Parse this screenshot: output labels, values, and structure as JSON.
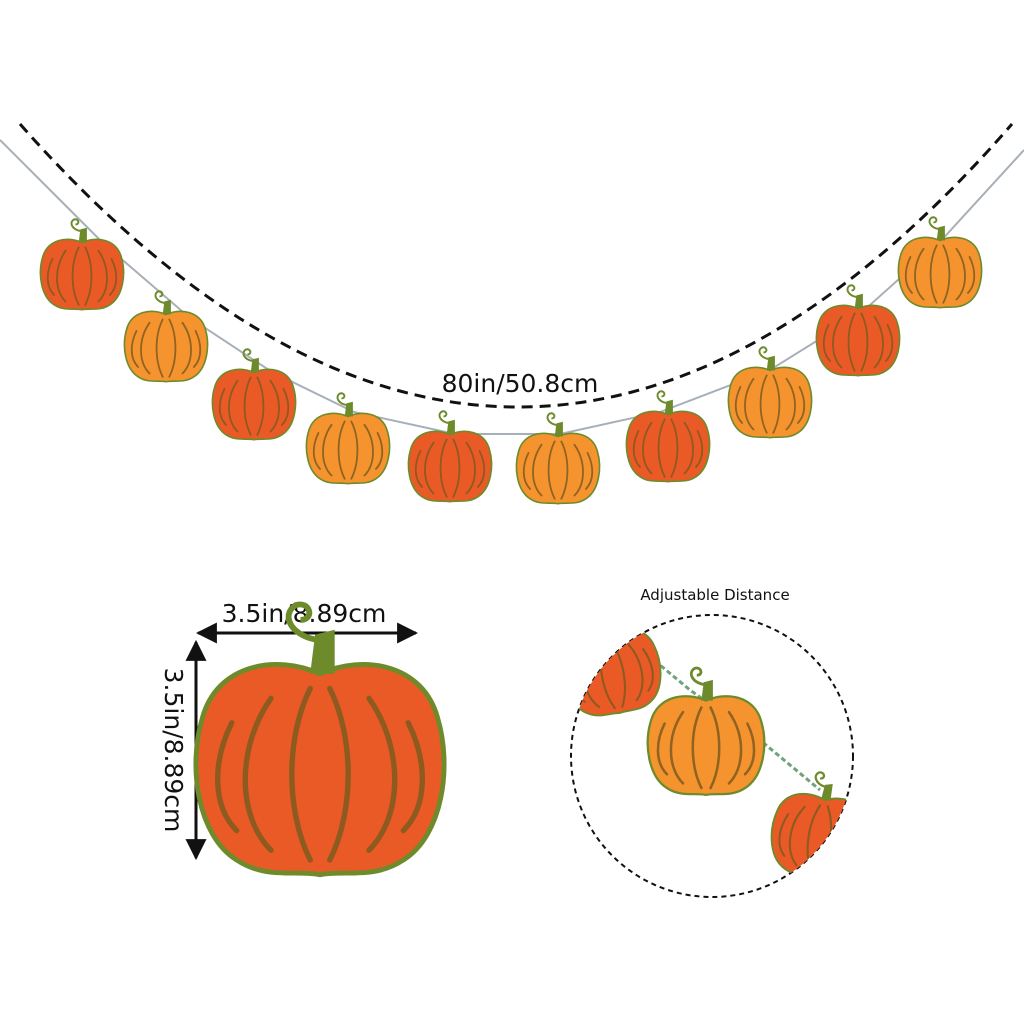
{
  "labels": {
    "garland_length": "80in/50.8cm",
    "pumpkin_width": "3.5in/8.89cm",
    "pumpkin_height": "3.5in/8.89cm",
    "adjustable": "Adjustable Distance"
  },
  "colors": {
    "pumpkin_red": "#EA5A26",
    "pumpkin_orange": "#F5942F",
    "stem_green": "#6E8B2B",
    "groove": "#7C5A1E",
    "string": "#9AA3AD"
  },
  "garland": {
    "count": 10,
    "pattern": [
      "red",
      "orange",
      "red",
      "orange",
      "red",
      "orange",
      "red",
      "orange",
      "red",
      "orange"
    ]
  },
  "inset": {
    "pumpkins": [
      "red",
      "orange",
      "red"
    ]
  }
}
